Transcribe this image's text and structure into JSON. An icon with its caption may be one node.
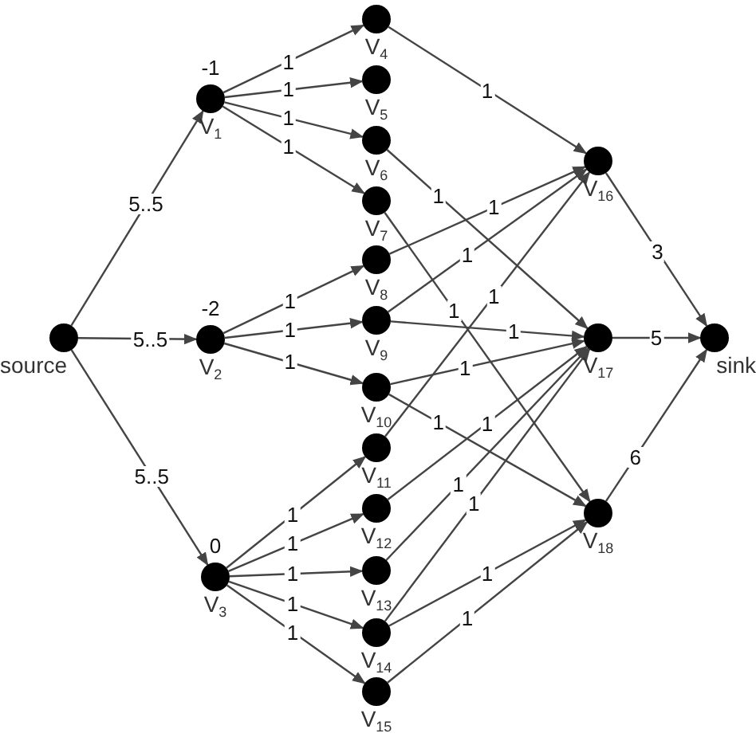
{
  "diagram": {
    "nodes": [
      {
        "text": [
          "source"
        ]
      },
      {
        "text": [
          "V$_{1}$"
        ],
        "beside": [
          "-1"
        ]
      },
      {
        "text": [
          "V$_{2}$"
        ],
        "beside": [
          "-2"
        ]
      },
      {
        "text": [
          "V$_{3}$"
        ],
        "beside": [
          "0"
        ]
      },
      {
        "text": [
          "V$_{4}$"
        ]
      },
      {
        "text": [
          "V$_{5}$"
        ]
      },
      {
        "text": [
          "V$_{6}$"
        ]
      },
      {
        "text": [
          "V$_{7}$"
        ]
      },
      {
        "text": [
          "V$_{8}$"
        ]
      },
      {
        "text": [
          "V$_{9}$"
        ]
      },
      {
        "text": [
          "V$_{10}$"
        ]
      },
      {
        "text": [
          "V$_{11}$"
        ]
      },
      {
        "text": [
          "V$_{12}$"
        ]
      },
      {
        "text": [
          "V$_{13}$"
        ]
      },
      {
        "text": [
          "V$_{14}$"
        ]
      },
      {
        "text": [
          "V$_{15}$"
        ]
      },
      {
        "text": [
          "V$_{16}$"
        ]
      },
      {
        "text": [
          "V$_{17}$"
        ]
      },
      {
        "text": [
          "V$_{18}$"
        ]
      },
      {
        "text": [
          "sink"
        ]
      }
    ],
    "edges": [
      {
        "from": 0,
        "to": 1,
        "arrow": "to",
        "label": "5..5"
      },
      {
        "from": 0,
        "to": 2,
        "arrow": "to",
        "label": "5..5"
      },
      {
        "from": 0,
        "to": 3,
        "arrow": "to",
        "label": "5..5"
      },
      {
        "from": 1,
        "to": 4,
        "arrow": "to",
        "label": "1"
      },
      {
        "from": 1,
        "to": 5,
        "arrow": "to",
        "label": "1"
      },
      {
        "from": 1,
        "to": 6,
        "arrow": "to",
        "label": "1"
      },
      {
        "from": 1,
        "to": 7,
        "arrow": "to",
        "label": "1"
      },
      {
        "from": 2,
        "to": 8,
        "arrow": "to",
        "label": "1"
      },
      {
        "from": 2,
        "to": 9,
        "arrow": "to",
        "label": "1"
      },
      {
        "from": 2,
        "to": 10,
        "arrow": "to",
        "label": "1"
      },
      {
        "from": 3,
        "to": 11,
        "arrow": "to",
        "label": "1"
      },
      {
        "from": 3,
        "to": 12,
        "arrow": "to",
        "label": "1"
      },
      {
        "from": 3,
        "to": 13,
        "arrow": "to",
        "label": "1"
      },
      {
        "from": 3,
        "to": 14,
        "arrow": "to",
        "label": "1"
      },
      {
        "from": 3,
        "to": 15,
        "arrow": "to",
        "label": "1"
      },
      {
        "from": 4,
        "to": 16,
        "arrow": "to",
        "label": "1"
      },
      {
        "from": 6,
        "to": 17,
        "arrow": "to",
        "label": "1"
      },
      {
        "from": 7,
        "to": 18,
        "arrow": "to",
        "label": "1"
      },
      {
        "from": 8,
        "to": 16,
        "arrow": "to",
        "label": "1"
      },
      {
        "from": 9,
        "to": 16,
        "arrow": "to",
        "label": "1"
      },
      {
        "from": 9,
        "to": 17,
        "arrow": "to",
        "label": "1"
      },
      {
        "from": 10,
        "to": 17,
        "arrow": "to",
        "label": "1"
      },
      {
        "from": 10,
        "to": 18,
        "arrow": "to",
        "label": "1"
      },
      {
        "from": 11,
        "to": 16,
        "arrow": "to",
        "label": "1"
      },
      {
        "from": 12,
        "to": 17,
        "arrow": "to",
        "label": "1"
      },
      {
        "from": 13,
        "to": 17,
        "arrow": "to",
        "label": "1"
      },
      {
        "from": 14,
        "to": 17,
        "arrow": "to",
        "label": "1"
      },
      {
        "from": 14,
        "to": 18,
        "arrow": "to",
        "label": "1"
      },
      {
        "from": 15,
        "to": 18,
        "arrow": "to",
        "label": "1"
      },
      {
        "from": 16,
        "to": 19,
        "arrow": "to",
        "label": "3"
      },
      {
        "from": 17,
        "to": 19,
        "arrow": "to",
        "label": "5"
      },
      {
        "from": 18,
        "to": 19,
        "arrow": "to",
        "label": "6"
      }
    ]
  }
}
